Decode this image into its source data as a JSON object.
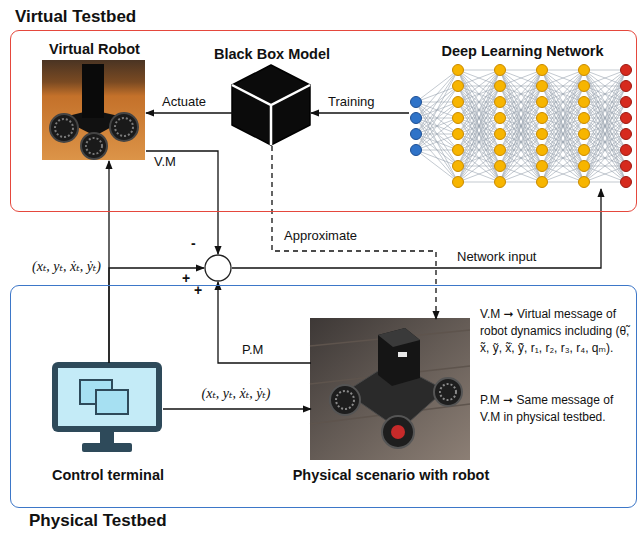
{
  "diagram": {
    "nodes": [
      {
        "text": [
          "Virtual Testbed"
        ]
      },
      {
        "text": [
          "Virtual Robot"
        ],
        "in": 0
      },
      {
        "text": [
          "Black Box Model"
        ],
        "in": 0
      },
      {
        "text": [
          "Deep Learning Network"
        ],
        "in": 0
      },
      {
        "text": [
          "-",
          "+",
          "+"
        ]
      },
      {
        "text": [
          "Physical Testbed"
        ]
      },
      {
        "text": [
          "Control terminal"
        ],
        "in": 5
      },
      {
        "text": [
          "Physical scenario with robot"
        ],
        "in": 5
      }
    ],
    "edges": [
      {
        "from": 2,
        "to": 1,
        "label": "Actuate",
        "arrow": "to"
      },
      {
        "from": 3,
        "to": 2,
        "label": "Training",
        "arrow": "to"
      },
      {
        "from": 1,
        "to": 4,
        "label": "V.M",
        "arrow": "to"
      },
      {
        "from": 2,
        "to": 7,
        "label": "Approximate",
        "arrow": "to"
      },
      {
        "from": 4,
        "to": 3,
        "label": "Network input",
        "arrow": "to"
      },
      {
        "from": 6,
        "to": 1,
        "arrow": "to"
      },
      {
        "from": 6,
        "to": 4,
        "arrow": "to"
      },
      {
        "from": 6,
        "to": 7,
        "label": "(xₜ, yₜ, ẋₜ, ẏₜ)",
        "arrow": "to"
      },
      {
        "from": 7,
        "to": 4,
        "label": "P.M",
        "arrow": "to"
      }
    ],
    "labels": [
      "(xₜ, yₜ, ẋₜ, ẏₜ)",
      "V.M ➞ Virtual message of robot dynamics including (θ̃, x̃, ỹ, x̃̇, ỹ̇, r₁, r₂, r₃, r₄, qₘ).",
      "P.M ➞ Same message of V.M in physical testbed."
    ]
  }
}
